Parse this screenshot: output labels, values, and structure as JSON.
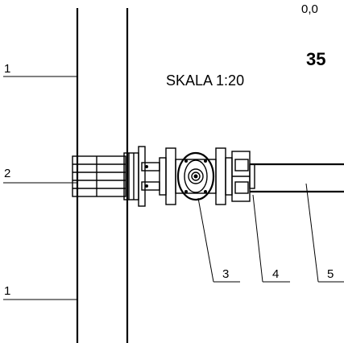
{
  "drawing": {
    "scale_label": "SKALA 1:20",
    "corner_text_top": "0,0",
    "corner_text_big": "35",
    "callouts": [
      "1",
      "2",
      "1",
      "3",
      "4",
      "5"
    ]
  }
}
